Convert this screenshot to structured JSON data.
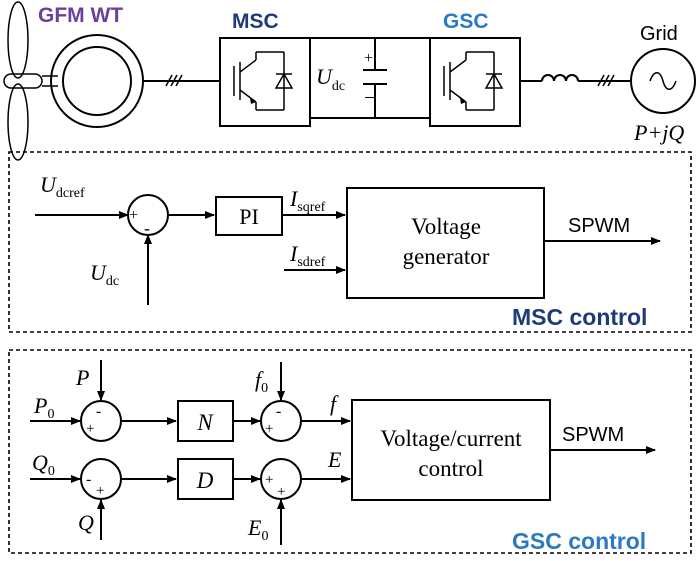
{
  "colors": {
    "wt_label": "#6b3fa0",
    "msc_label": "#1f3a7a",
    "gsc_label": "#2b78c5",
    "msc_control_title": "#1f3a7a",
    "gsc_control_title": "#2b78c5"
  },
  "power_circuit": {
    "wt_label": "GFM WT",
    "msc_label": "MSC",
    "gsc_label": "GSC",
    "dc_voltage": {
      "main": "U",
      "sub": "dc"
    },
    "grid_label": "Grid",
    "power_label": "P+jQ"
  },
  "msc_control": {
    "title": "MSC control",
    "udcref": {
      "main": "U",
      "sub": "dcref"
    },
    "udc": {
      "main": "U",
      "sub": "dc"
    },
    "pi_label": "PI",
    "isqref": {
      "main": "I",
      "sub": "sqref"
    },
    "isdref": {
      "main": "I",
      "sub": "sdref"
    },
    "generator_line1": "Voltage",
    "generator_line2": "generator",
    "output": "SPWM"
  },
  "gsc_control": {
    "title": "GSC control",
    "p": "P",
    "p0": {
      "main": "P",
      "sub": "0"
    },
    "q": "Q",
    "q0": {
      "main": "Q",
      "sub": "0"
    },
    "n_label": "N",
    "d_label": "D",
    "f0": {
      "main": "f",
      "sub": "0"
    },
    "e0": {
      "main": "E",
      "sub": "0"
    },
    "f": "f",
    "e": "E",
    "control_line1": "Voltage/current",
    "control_line2": "control",
    "output": "SPWM"
  },
  "summing_signs": {
    "minus": "-",
    "plus": "+"
  }
}
